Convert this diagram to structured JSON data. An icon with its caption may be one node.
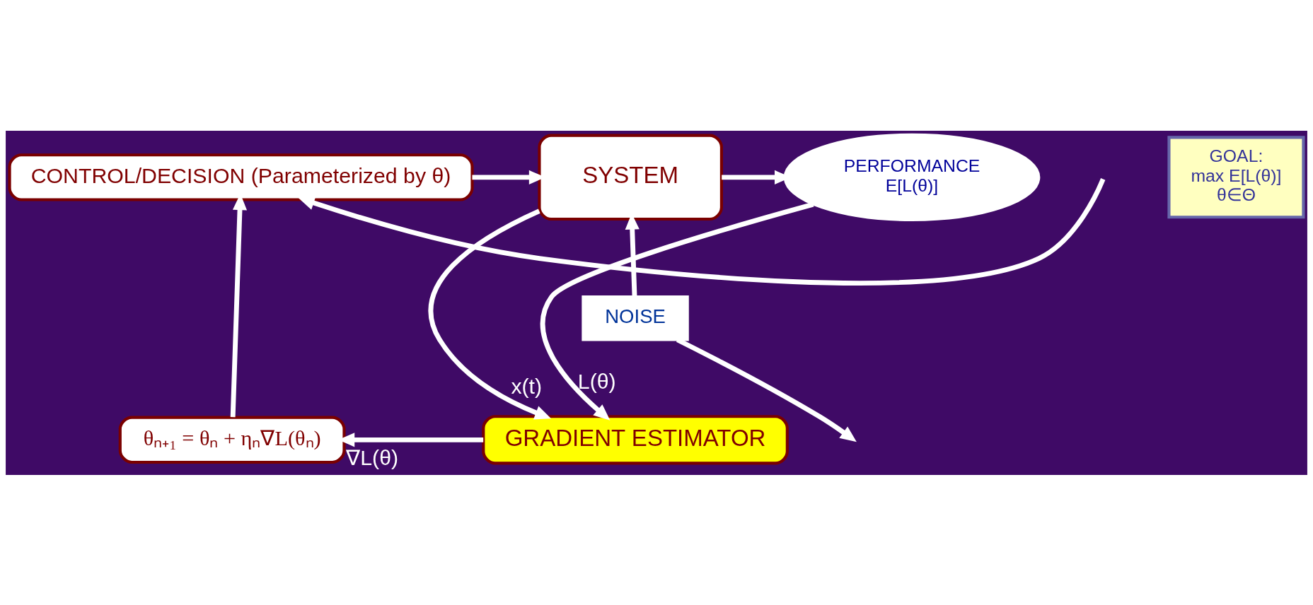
{
  "diagram": {
    "nodes": [
      {
        "text": [
          "CONTROL/DECISION (Parameterized by θ)"
        ]
      },
      {
        "text": [
          "SYSTEM"
        ]
      },
      {
        "text": [
          "PERFORMANCE",
          "E[L(θ)]"
        ]
      },
      {
        "text": [
          "NOISE"
        ]
      },
      {
        "text": [
          "GRADIENT ESTIMATOR"
        ]
      },
      {
        "text": [
          "θₙ₊₁ = θₙ + ηₙ∇L(θₙ)"
        ]
      },
      {
        "text": [
          "GOAL:",
          "max E[L(θ)]",
          "θ∈Θ"
        ]
      }
    ],
    "edges": [
      {
        "from": null,
        "to": 0,
        "arrow": "to"
      },
      {
        "from": 0,
        "to": 1,
        "arrow": "to"
      },
      {
        "from": 1,
        "to": 2,
        "arrow": "to"
      },
      {
        "from": 3,
        "to": 1,
        "arrow": "to"
      },
      {
        "from": 3,
        "to": null,
        "arrow": "to"
      },
      {
        "from": 1,
        "to": 4,
        "arrow": "to",
        "label": "x(t)"
      },
      {
        "from": 2,
        "to": 4,
        "arrow": "to",
        "label": "L(θ)"
      },
      {
        "from": 4,
        "to": 5,
        "arrow": "to",
        "label": "∇L(θ)"
      },
      {
        "from": 5,
        "to": 0,
        "arrow": "to"
      }
    ]
  }
}
